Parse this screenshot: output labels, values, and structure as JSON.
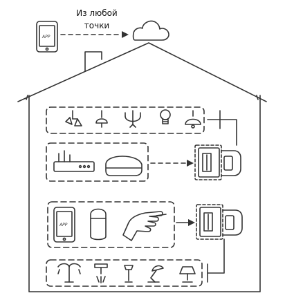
{
  "caption": {
    "line1": "Из любой",
    "line2": "точки"
  },
  "phone_app_label": "APP",
  "phone_panel_app_label": "APP",
  "colors": {
    "stroke": "#333333",
    "dash": "#444444",
    "fill": "#ffffff"
  },
  "icons": {
    "top_phone": "smartphone-icon",
    "cloud": "cloud-icon",
    "house": "house-outline",
    "lamps_row1": [
      "lamp-icon",
      "pendant-lamp-icon",
      "chandelier-icon",
      "bulb-icon",
      "ceiling-lamp-icon"
    ],
    "network_row": [
      "router-icon",
      "smart-hub-icon"
    ],
    "control_row": [
      "smartphone-icon",
      "smart-speaker-icon",
      "hand-touch-icon"
    ],
    "lamps_row4": [
      "floor-lamp-icon",
      "spot-lamp-icon",
      "stand-lamp-icon",
      "desk-lamp-icon",
      "table-lamp-icon"
    ],
    "switches": [
      "smart-switch-icon",
      "smart-switch-icon"
    ]
  }
}
